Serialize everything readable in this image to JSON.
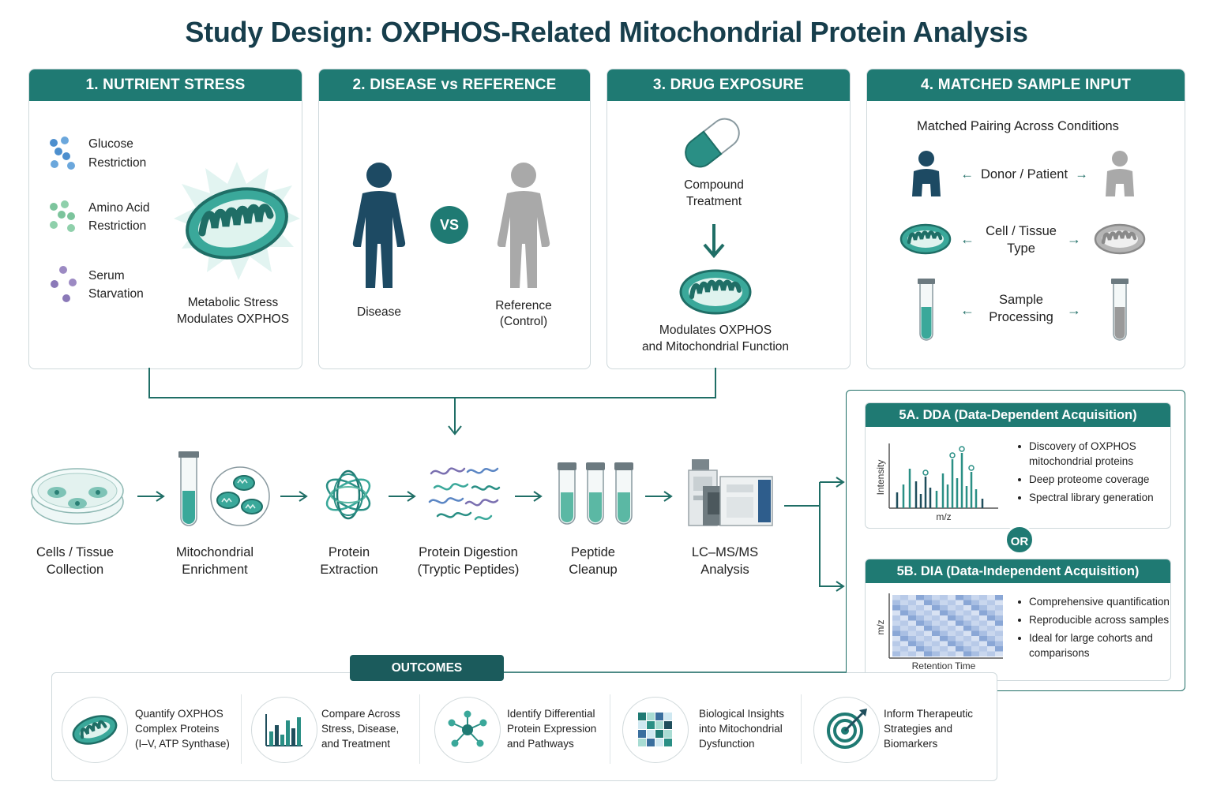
{
  "title": "Study Design: OXPHOS-Related Mitochondrial Protein Analysis",
  "panels": {
    "p1": {
      "heading": "1. NUTRIENT STRESS",
      "items": [
        {
          "line1": "Glucose",
          "line2": "Restriction"
        },
        {
          "line1": "Amino Acid",
          "line2": "Restriction"
        },
        {
          "line1": "Serum",
          "line2": "Starvation"
        }
      ],
      "caption1": "Metabolic Stress",
      "caption2": "Modulates OXPHOS"
    },
    "p2": {
      "heading": "2. DISEASE vs REFERENCE",
      "vs": "VS",
      "disease": "Disease",
      "ref1": "Reference",
      "ref2": "(Control)"
    },
    "p3": {
      "heading": "3. DRUG EXPOSURE",
      "compound1": "Compound",
      "compound2": "Treatment",
      "mod1": "Modulates OXPHOS",
      "mod2": "and Mitochondrial Function"
    },
    "p4": {
      "heading": "4. MATCHED SAMPLE INPUT",
      "subtitle": "Matched Pairing Across Conditions",
      "donor": "Donor / Patient",
      "cell1": "Cell / Tissue",
      "cell2": "Type",
      "sample1": "Sample",
      "sample2": "Processing"
    }
  },
  "workflow": [
    {
      "line1": "Cells / Tissue",
      "line2": "Collection"
    },
    {
      "line1": "Mitochondrial",
      "line2": "Enrichment"
    },
    {
      "line1": "Protein",
      "line2": "Extraction"
    },
    {
      "line1": "Protein Digestion",
      "line2": "(Tryptic Peptides)"
    },
    {
      "line1": "Peptide",
      "line2": "Cleanup"
    },
    {
      "line1": "LC–MS/MS",
      "line2": "Analysis"
    }
  ],
  "dda": {
    "heading": "5A. DDA (Data-Dependent Acquisition)",
    "ylabel": "Intensity",
    "xlabel": "m/z",
    "bullets": [
      "Discovery of OXPHOS mitochondrial proteins",
      "Deep proteome coverage",
      "Spectral library generation"
    ]
  },
  "or": "OR",
  "dia": {
    "heading": "5B. DIA (Data-Independent Acquisition)",
    "ylabel": "m/z",
    "xlabel": "Retention Time",
    "bullets": [
      "Comprehensive quantification",
      "Reproducible across samples",
      "Ideal for large cohorts and comparisons"
    ]
  },
  "outcomes": {
    "heading": "OUTCOMES",
    "items": [
      {
        "icon": "mitochondrion-icon",
        "lines": [
          "Quantify OXPHOS",
          "Complex Proteins",
          "(I–V, ATP Synthase)"
        ]
      },
      {
        "icon": "bar-chart-icon",
        "lines": [
          "Compare Across",
          "Stress, Disease,",
          "and Treatment"
        ]
      },
      {
        "icon": "network-icon",
        "lines": [
          "Identify Differential",
          "Protein Expression",
          "and Pathways"
        ]
      },
      {
        "icon": "heatmap-icon",
        "lines": [
          "Biological Insights",
          "into Mitochondrial",
          "Dysfunction"
        ]
      },
      {
        "icon": "target-icon",
        "lines": [
          "Inform Therapeutic",
          "Strategies and",
          "Biomarkers"
        ]
      }
    ]
  },
  "colors": {
    "teal": "#1f7a73",
    "dark_navy": "#1d4a63",
    "grey": "#a9a9a9",
    "light_teal": "#5bb8a4"
  }
}
